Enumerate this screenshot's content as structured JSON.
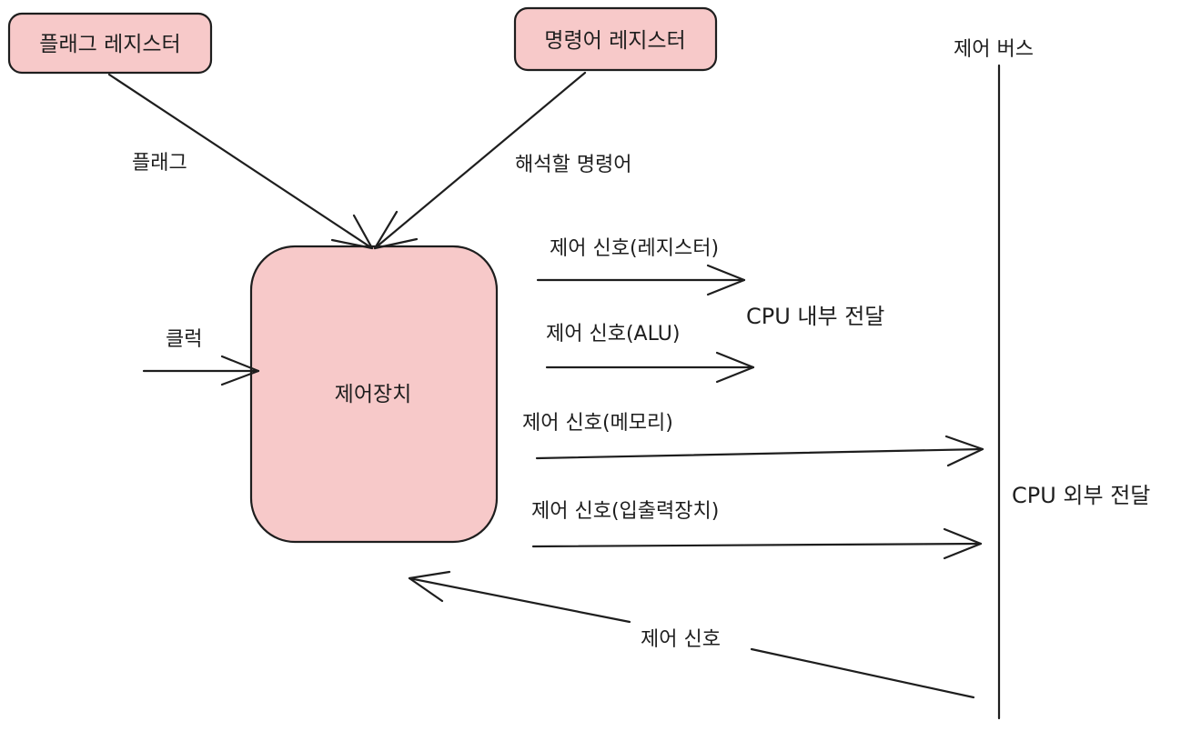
{
  "colors": {
    "node_fill": "#f7c9c9",
    "stroke": "#1e1e1e",
    "background": "#ffffff"
  },
  "nodes": {
    "flag_register": "플래그 레지스터",
    "instruction_register": "명령어 레지스터",
    "control_unit": "제어장치"
  },
  "edges": {
    "flag": "플래그",
    "instruction_to_decode": "해석할 명령어",
    "clock": "클럭",
    "signal_register": "제어 신호(레지스터)",
    "signal_alu": "제어 신호(ALU)",
    "signal_memory": "제어 신호(메모리)",
    "signal_io": "제어 신호(입출력장치)",
    "signal_in": "제어 신호"
  },
  "labels": {
    "control_bus": "제어 버스",
    "cpu_internal": "CPU 내부 전달",
    "cpu_external": "CPU 외부 전달"
  }
}
